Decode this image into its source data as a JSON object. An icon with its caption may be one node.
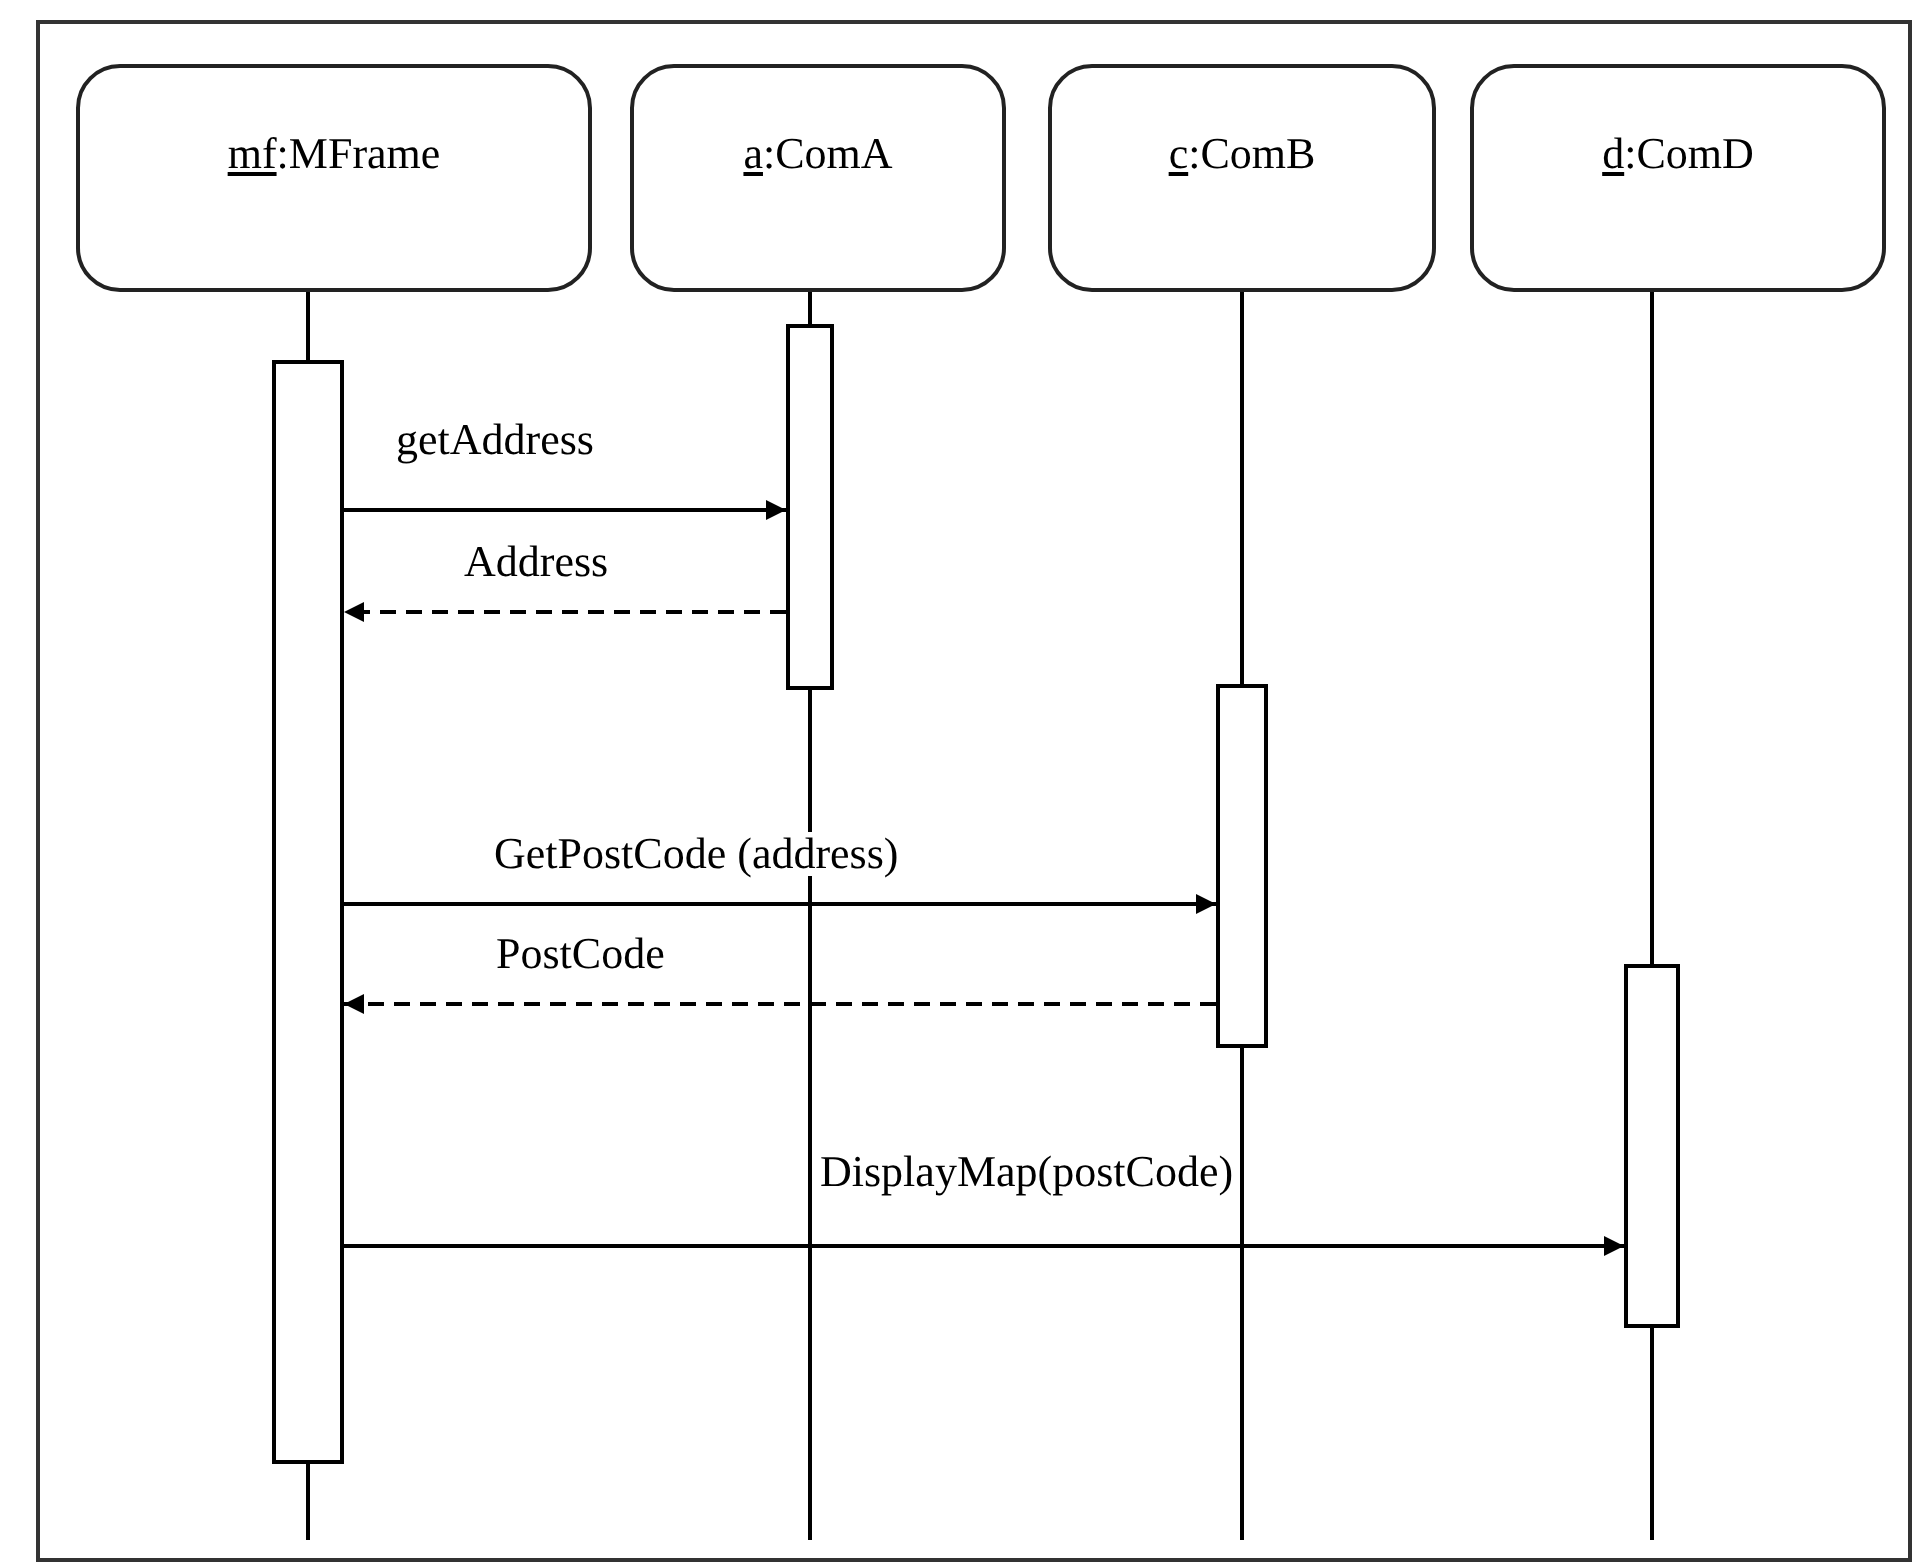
{
  "diagram": {
    "nodes": [
      {
        "text": [
          "mf:MFrame"
        ]
      },
      {
        "text": [
          "a:ComA"
        ]
      },
      {
        "text": [
          "c:ComB"
        ]
      },
      {
        "text": [
          "d:ComD"
        ]
      },
      {
        "text": [],
        "shape": "bar"
      },
      {
        "text": [],
        "shape": "bar"
      },
      {
        "text": [],
        "shape": "bar"
      },
      {
        "text": [],
        "shape": "bar"
      }
    ],
    "edges": [
      {
        "from": 4,
        "to": 5,
        "arrow": "to",
        "label": "getAddress"
      },
      {
        "from": 5,
        "to": 4,
        "arrow": "to",
        "label": "Address",
        "style": "dashed"
      },
      {
        "from": 4,
        "to": 6,
        "arrow": "to",
        "label": "GetPostCode (address)"
      },
      {
        "from": 6,
        "to": 4,
        "arrow": "to",
        "label": "PostCode",
        "style": "dashed"
      },
      {
        "from": 4,
        "to": 7,
        "arrow": "to",
        "label": "DisplayMap(postCode)"
      }
    ]
  }
}
